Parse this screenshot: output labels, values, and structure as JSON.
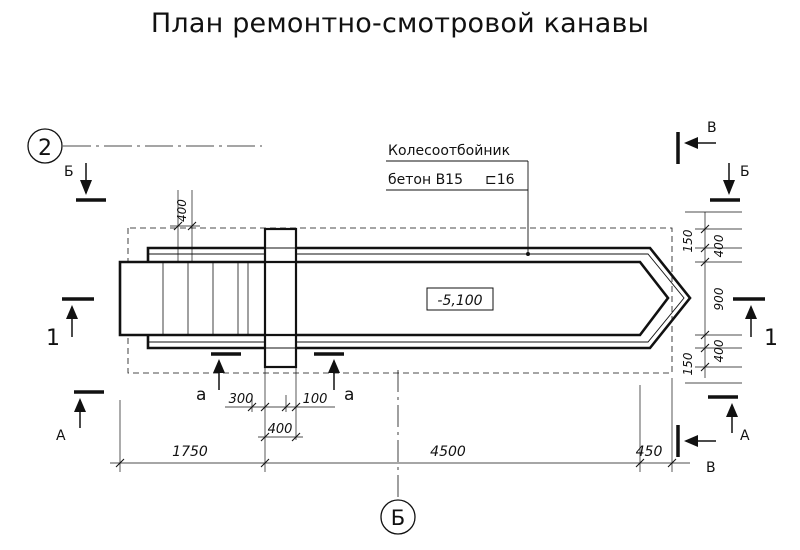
{
  "title": "План ремонтно-смотровой канавы",
  "axes": {
    "axis_2": "2",
    "axis_b": "Б"
  },
  "section_labels": {
    "a": "а",
    "b": "Б",
    "v": "В",
    "A": "А",
    "one": "1"
  },
  "callout": {
    "line1": "Колесоотбойник",
    "line2": "бетон В15",
    "line3": "⊏16"
  },
  "level_mark": "-5,100",
  "dimensions": {
    "top_400": "400",
    "right_150_top": "150",
    "right_400_top": "400",
    "right_900": "900",
    "right_400_bottom": "400",
    "right_150_bottom": "150",
    "d_300": "300",
    "d_100": "100",
    "d_400": "400",
    "d_1750": "1750",
    "d_4500": "4500",
    "d_450": "450"
  },
  "colors": {
    "line": "#111111",
    "background": "#ffffff"
  }
}
